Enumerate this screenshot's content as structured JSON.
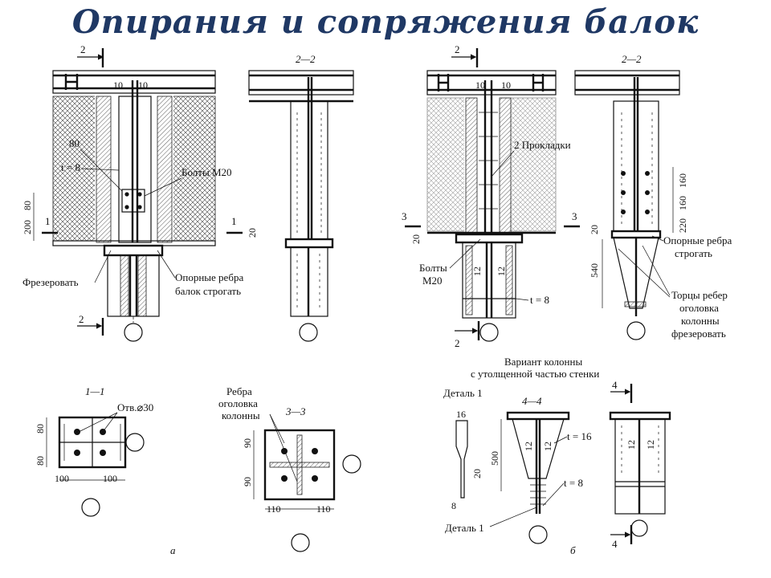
{
  "title": "Опирания и сопряжения балок",
  "left": {
    "sec_2": "2",
    "sec_2_bottom": "2",
    "sec_1": "1",
    "sec_1_right": "1",
    "dim_10a": "10",
    "dim_10b": "10",
    "dim_80": "80",
    "dim_t8": "t = 8",
    "bolts": "Болты М20",
    "dim_200": "200",
    "dim_80v": "80",
    "dim_20": "20",
    "mill": "Фрезеровать",
    "ribs_line1": "Опорные ребра",
    "ribs_line2": "балок строгать",
    "view_22": "2—2"
  },
  "right": {
    "sec_2": "2",
    "sec_2_bottom": "2",
    "sec_3": "3",
    "sec_3_right": "3",
    "dim_10a": "10",
    "dim_10b": "10",
    "spacers": "2 Прокладки",
    "dim_20": "20",
    "bolts_line1": "Болты",
    "bolts_line2": "М20",
    "dim_12a": "12",
    "dim_12b": "12",
    "dim_t8": "t = 8",
    "view_22": "2—2",
    "dim_160a": "160",
    "dim_160b": "160",
    "dim_220": "220",
    "dim_20b": "20",
    "dim_540": "540",
    "ribs_line1": "Опорные ребра",
    "ribs_line2": "строгать",
    "ends_line1": "Торцы ребер",
    "ends_line2": "оголовка",
    "ends_line3": "колонны",
    "ends_line4": "фрезеровать"
  },
  "sec11": {
    "label": "1—1",
    "holes": "Отв.⌀30",
    "dim_80a": "80",
    "dim_80b": "80",
    "dim_100a": "100",
    "dim_100b": "100"
  },
  "sec33": {
    "ribs_line1": "Ребра",
    "ribs_line2": "оголовка",
    "ribs_line3": "колонны",
    "label": "3—3",
    "dim_90a": "90",
    "dim_90b": "90",
    "dim_110a": "110",
    "dim_110b": "110",
    "caption": "а"
  },
  "variant": {
    "line1": "Вариант колонны",
    "line2": "с утолщенной частью стенки",
    "detail": "Деталь 1",
    "detail_bottom": "Деталь 1",
    "dim_16": "16",
    "dim_8": "8",
    "dim_20": "20",
    "dim_500": "500",
    "view_44": "4—4",
    "dim_t16": "t = 16",
    "dim_t8": "t = 8",
    "dim_12a": "12",
    "dim_12b": "12",
    "dim_12c": "12",
    "dim_12d": "12",
    "sec_4": "4",
    "sec_4_bottom": "4",
    "caption": "б"
  }
}
